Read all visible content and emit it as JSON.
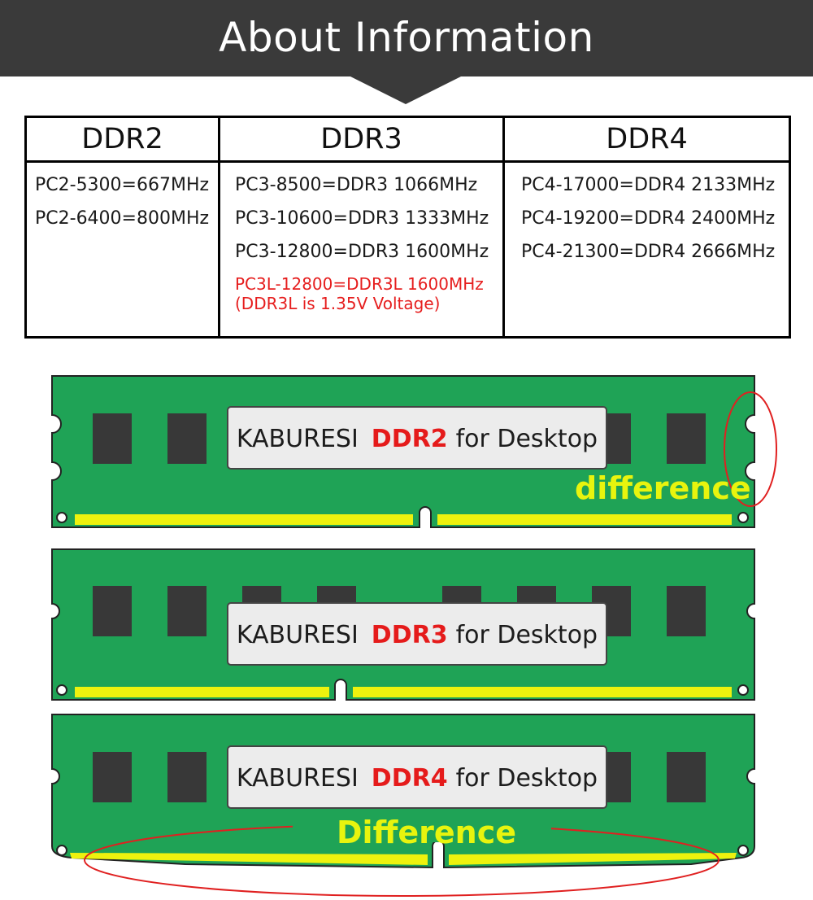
{
  "header": {
    "title": "About Information"
  },
  "table": {
    "columns": [
      "DDR2",
      "DDR3",
      "DDR4"
    ],
    "ddr2_lines": [
      "PC2-5300=667MHz",
      "PC2-6400=800MHz"
    ],
    "ddr3_lines": [
      "PC3-8500=DDR3 1066MHz",
      "PC3-10600=DDR3 1333MHz",
      "PC3-12800=DDR3 1600MHz"
    ],
    "ddr3_note_lines": [
      "PC3L-12800=DDR3L 1600MHz",
      "(DDR3L is 1.35V  Voltage)"
    ],
    "ddr4_lines": [
      "PC4-17000=DDR4 2133MHz",
      "PC4-19200=DDR4 2400MHz",
      "PC4-21300=DDR4 2666MHz"
    ]
  },
  "modules": [
    {
      "brand": "KABURESI",
      "generation": "DDR2",
      "suffix": "for Desktop",
      "note": "difference"
    },
    {
      "brand": "KABURESI",
      "generation": "DDR3",
      "suffix": "for Desktop"
    },
    {
      "brand": "KABURESI",
      "generation": "DDR4",
      "suffix": "for Desktop",
      "note": "Difference"
    }
  ],
  "colors": {
    "banner": "#3a3a3a",
    "pcb_green": "#1fa356",
    "gold_contacts": "#eef20e",
    "chip": "#383838",
    "highlight_red": "#e51b1b",
    "annotation_yellow": "#e8f40e"
  }
}
